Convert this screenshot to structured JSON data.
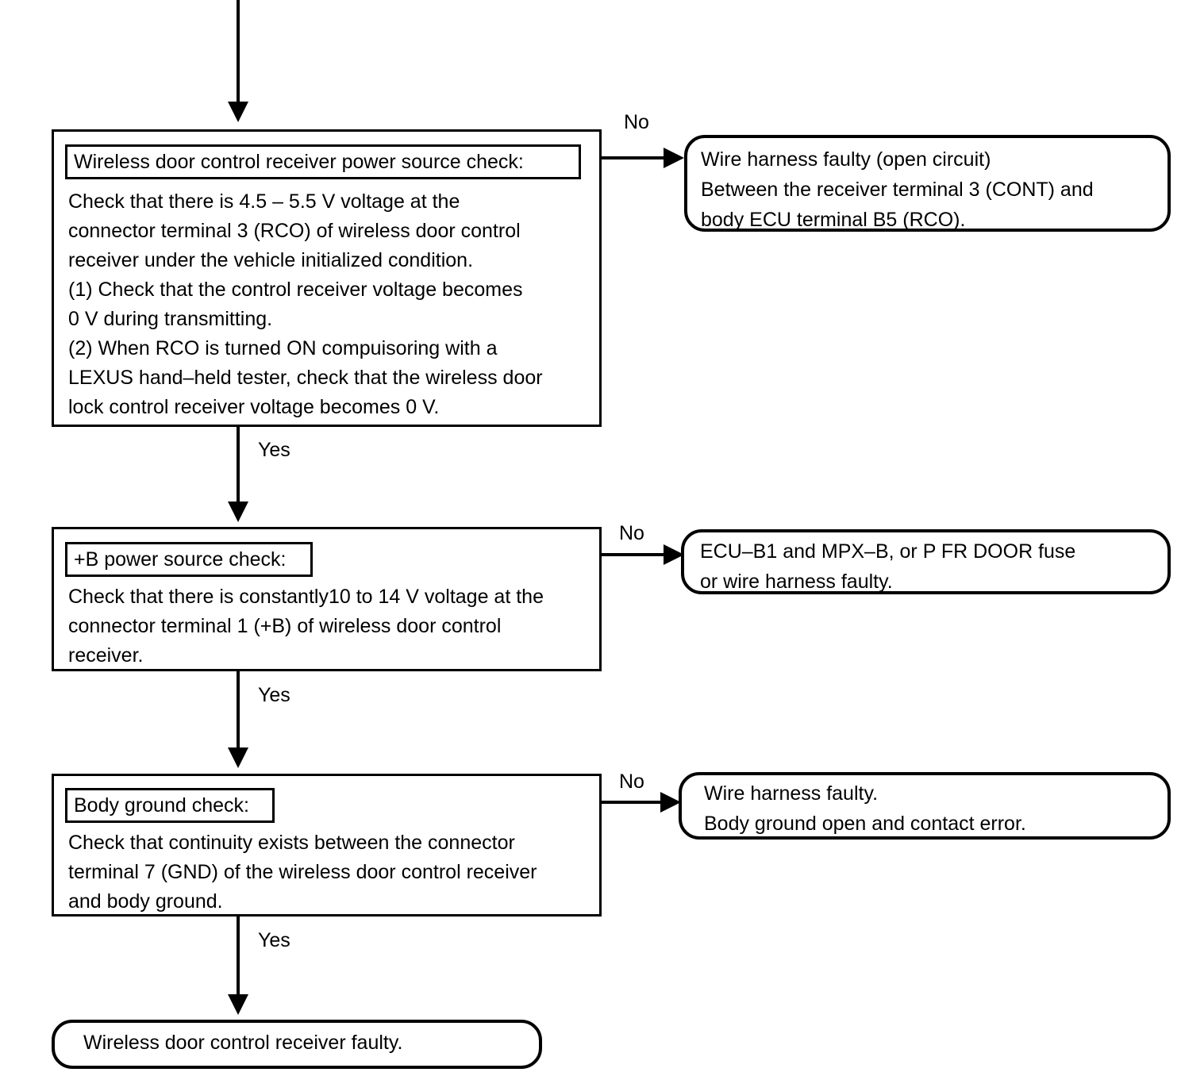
{
  "diagram": {
    "type": "troubleshooting-flowchart",
    "title": "Wireless door control receiver power source troubleshooting",
    "steps": [
      {
        "id": "step-1",
        "chip_label": "Wireless door control receiver power source check:",
        "body": "Check that there is 4.5 – 5.5 V voltage at the\nconnector terminal 3 (RCO) of wireless door control\nreceiver under the vehicle initialized condition.\n(1) Check that the control receiver voltage becomes\n0 V during transmitting.\n(2) When RCO is turned ON compuisoring with a\nLEXUS hand–held tester, check that the wireless door\nlock control receiver voltage becomes 0 V.",
        "no_label": "No",
        "yes_label": "Yes",
        "no_result": "Wire harness faulty (open circuit)\nBetween the receiver terminal 3 (CONT) and\nbody ECU terminal B5 (RCO)."
      },
      {
        "id": "step-2",
        "chip_label": "+B power source check:",
        "body": "Check that there is constantly10 to 14 V voltage at the\nconnector terminal 1 (+B) of wireless door control\nreceiver.",
        "no_label": "No",
        "yes_label": "Yes",
        "no_result": "ECU–B1 and MPX–B, or P FR DOOR fuse\nor wire harness faulty."
      },
      {
        "id": "step-3",
        "chip_label": "Body ground check:",
        "body": "Check that continuity exists between the connector\nterminal 7 (GND) of the wireless door control receiver\nand body ground.",
        "no_label": "No",
        "yes_label": "Yes",
        "no_result": "Wire harness faulty.\nBody ground open and contact error."
      }
    ],
    "final_result": "Wireless door control receiver faulty.",
    "colors": {
      "stroke": "#000000",
      "background": "#ffffff"
    }
  }
}
